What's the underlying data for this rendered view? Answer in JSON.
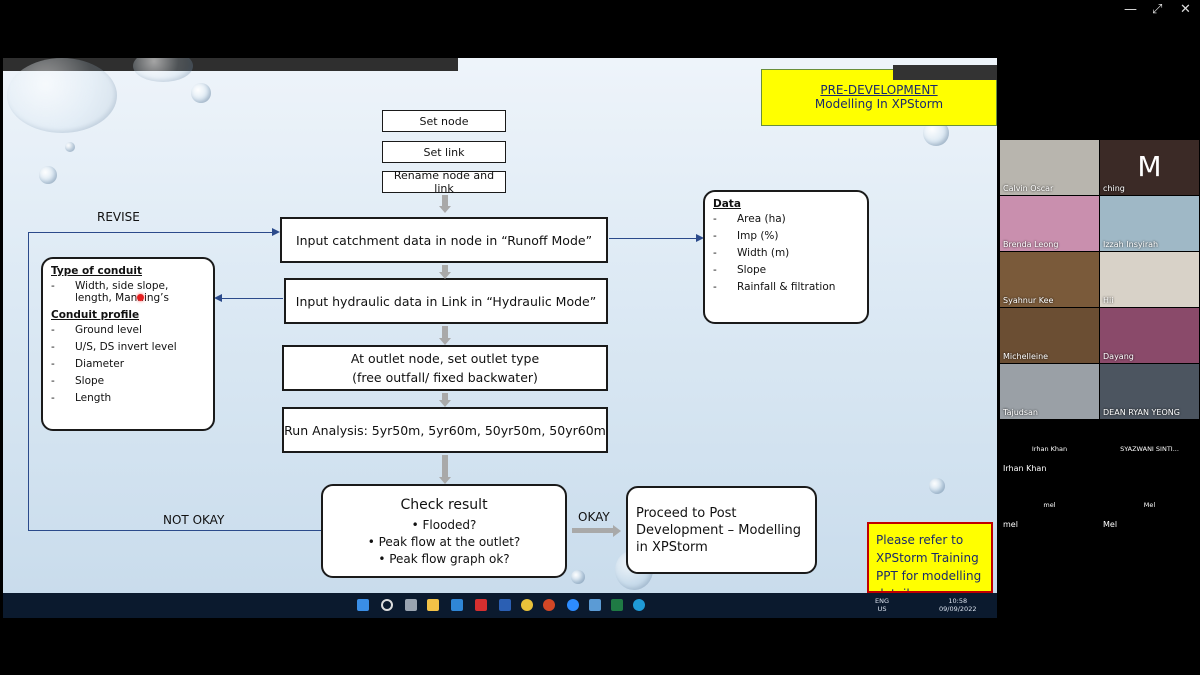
{
  "window_controls": {
    "minimize": "—",
    "restore": "⤢",
    "close": "✕"
  },
  "slide": {
    "title_line1": "PRE-DEVELOPMENT",
    "title_line2": "Modelling In XPStorm",
    "steps": {
      "set_node": "Set node",
      "set_link": "Set link",
      "rename": "Rename node and link",
      "catchment": "Input catchment data in node in “Runoff Mode”",
      "hydraulic": "Input hydraulic data in Link in “Hydraulic Mode”",
      "outlet_line1": "At outlet node, set outlet type",
      "outlet_line2": "(free outfall/ fixed backwater)",
      "run": "Run Analysis: 5yr50m, 5yr60m, 50yr50m, 50yr60m",
      "check_title": "Check result",
      "check_items": [
        "• Flooded?",
        "• Peak flow at the outlet?",
        "• Peak flow graph ok?"
      ],
      "proceed": "Proceed to Post Development – Modelling in XPStorm"
    },
    "labels": {
      "revise": "REVISE",
      "not_okay": "NOT OKAY",
      "okay": "OKAY"
    },
    "data_panel": {
      "heading": "Data",
      "items": [
        "Area (ha)",
        "Imp (%)",
        "Width (m)",
        "Slope",
        "Rainfall & filtration"
      ]
    },
    "conduit_panel": {
      "heading1": "Type of conduit",
      "type_item": "Width, side slope, length, Manning’s",
      "heading2": "Conduit profile",
      "profile_items": [
        "Ground level",
        "U/S, DS invert level",
        "Diameter",
        "Slope",
        "Length"
      ]
    },
    "dash": "-",
    "reference_note": "Please refer to XPStorm Training PPT for modelling details"
  },
  "taskbar": {
    "lang_line1": "ENG",
    "lang_line2": "US",
    "time": "10:58",
    "date": "09/09/2022"
  },
  "participants": [
    {
      "name": "Calvin Oscar"
    },
    {
      "name": "ching",
      "initial": "M"
    },
    {
      "name": "Brenda Leong"
    },
    {
      "name": "Izzah Insyirah"
    },
    {
      "name": "Syahnur Kee"
    },
    {
      "name": "Hii"
    },
    {
      "name": "Michelleine"
    },
    {
      "name": "Dayang"
    },
    {
      "name": "Tajudsan"
    },
    {
      "name": "DEAN RYAN YEONG"
    },
    {
      "name": "Irhan Khan",
      "center": "Irhan Khan"
    },
    {
      "name": "",
      "center": "SYAZWANI SINTI..."
    },
    {
      "name": "mel",
      "center": "mel"
    },
    {
      "name": "Mel",
      "center": "Mel"
    }
  ],
  "colors": {
    "connector": "#2b4a8b",
    "title_bg": "#ffff00",
    "note_border": "#c00000",
    "taskbar": "#0b1a2e"
  }
}
